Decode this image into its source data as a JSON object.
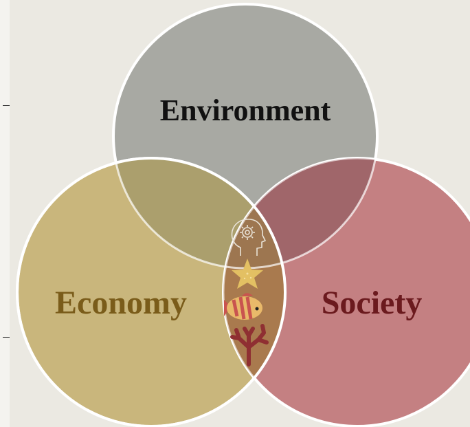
{
  "diagram": {
    "type": "venn",
    "circles": [
      {
        "id": "environment",
        "label": "Environment",
        "fill": "#a8a9a3",
        "text_color": "#111111"
      },
      {
        "id": "economy",
        "label": "Economy",
        "fill": "#c3ad6a",
        "text_color": "#7a5c1a"
      },
      {
        "id": "society",
        "label": "Society",
        "fill": "#b86367",
        "text_color": "#6b1a1e"
      }
    ],
    "center_icons": [
      "gear-head-icon",
      "starfish-icon",
      "fish-icon",
      "coral-icon"
    ],
    "colors": {
      "background": "#ebe9e2",
      "circle_stroke": "#ffffff",
      "center_overlap": "#a97a4e",
      "starfish": "#e3c063",
      "coral": "#8f2f32",
      "gear_icon": "#e9e3d8"
    }
  }
}
